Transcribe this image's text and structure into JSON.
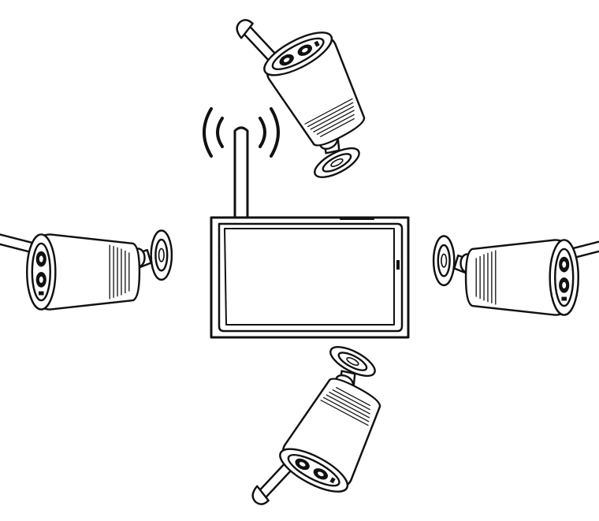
{
  "colors": {
    "line": "#111111",
    "fill": "#ffffff",
    "background": "#ffffff"
  },
  "icons": {
    "monitor": "wireless-monitor-icon",
    "signal": "wifi-signal-icon",
    "camera": "bullet-camera-icon"
  },
  "cameras": [
    {
      "id": "top"
    },
    {
      "id": "left"
    },
    {
      "id": "right"
    },
    {
      "id": "bottom"
    }
  ]
}
